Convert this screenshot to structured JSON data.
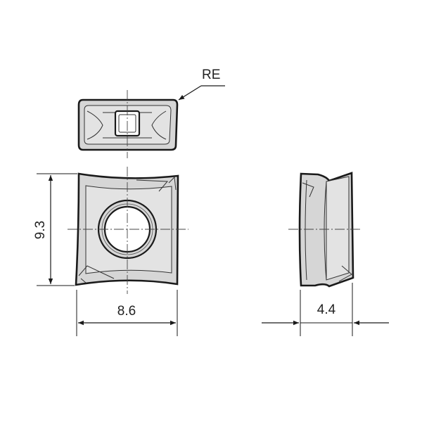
{
  "labels": {
    "corner_radius": "RE",
    "height": "9.3",
    "width": "8.6",
    "thickness": "4.4"
  },
  "colors": {
    "outline": "#1a1a1a",
    "body_fill": "#d6d6d6",
    "inner_fill": "#e3e3e3",
    "centerline": "#444444"
  }
}
